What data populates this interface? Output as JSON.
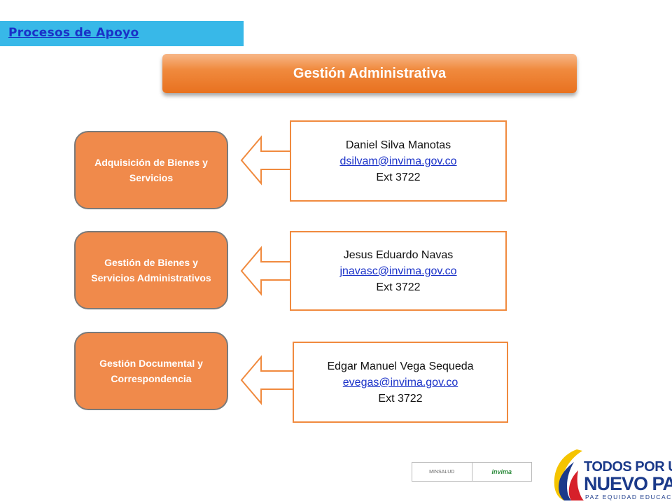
{
  "section": {
    "title": "Procesos  de Apoyo"
  },
  "header": {
    "title": "Gestión Administrativa"
  },
  "processes": [
    {
      "label": "Adquisición de Bienes y Servicios",
      "contact": {
        "name": "Daniel Silva Manotas",
        "email": "dsilvam@invima.gov.co",
        "ext": "Ext 3722"
      }
    },
    {
      "label": "Gestión de Bienes  y Servicios Administrativos",
      "contact": {
        "name": "Jesus Eduardo Navas",
        "email": "jnavasc@invima.gov.co",
        "ext": "Ext 3722"
      }
    },
    {
      "label": "Gestión Documental y Correspondencia",
      "contact": {
        "name": "Edgar Manuel Vega Sequeda",
        "email": "evegas@invima.gov.co",
        "ext": "Ext 3722"
      }
    }
  ],
  "footer": {
    "slogan_line1": "TODOS POR UN",
    "slogan_line2": "NUEVO PAÍS",
    "slogan_line3": "PAZ  EQUIDAD  EDUCACIÓN",
    "logo_left": "MINSALUD",
    "logo_right": "invima"
  },
  "colors": {
    "accent_orange": "#f08a3e",
    "process_fill": "#f08a4b",
    "section_blue": "#38b8e8",
    "link_blue": "#1a31c8"
  }
}
